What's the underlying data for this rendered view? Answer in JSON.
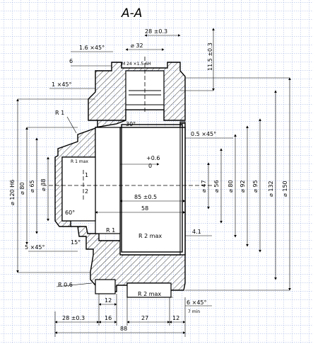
{
  "title": "A-A",
  "colors": {
    "grid": "#7f97d6",
    "ink": "#000000",
    "hatch": "#000000",
    "background": "#ffffff"
  },
  "labels": {
    "d28": "28 ±0.3",
    "d32": "⌀ 32",
    "d115": "11.5 ±0.3",
    "d16x45": "1.6 ×45°",
    "d6": "6",
    "thread": "M 24 ×1.5-6H",
    "d1x45": "1 ×45°",
    "r1": "R 1",
    "d05x45": "0.5 ×45°",
    "rmax": "R 1 max",
    "h06": "+0.6",
    "h0": "0",
    "l1": "1",
    "l2": "2",
    "d120": "⌀ 120 H6",
    "d80": "⌀ 80",
    "d65": "⌀ 65",
    "d38": "⌀ 38",
    "d47": "⌀ 47",
    "d56": "⌀ 56",
    "d80b": "⌀ 80",
    "d92": "⌀ 92",
    "d95": "⌀ 95",
    "d132": "⌀ 132",
    "d150": "⌀ 150",
    "d85": "85 ±0.5",
    "d58": "58",
    "ang30": "30°",
    "ang60": "60°",
    "ang15": "15°",
    "r1b": "R 1",
    "r2max": "R 2 max",
    "d41": "4.1",
    "d5x45": "5 ×45°",
    "r06": "R 0.6",
    "r2max2": "R 2 max",
    "d12a": "12",
    "d6x45": "6 ×45°",
    "d7": "7 min",
    "d28b": "28 ±0.3",
    "d16": "16",
    "d27": "27",
    "d12b": "12",
    "d88": "88"
  }
}
